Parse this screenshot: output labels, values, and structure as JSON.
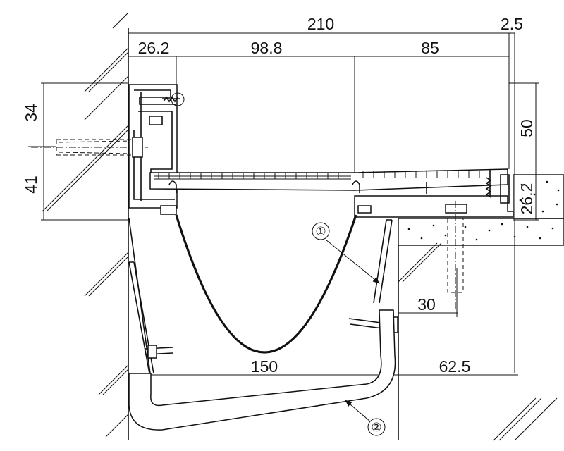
{
  "dimensions": {
    "overall_width": "210",
    "gap": "2.5",
    "left_frame": "26.2",
    "middle_span": "98.8",
    "right_span": "85",
    "upper_height": "34",
    "lower_height": "41",
    "right_height": "50",
    "right_step": "26.2",
    "anchor_offset": "30",
    "bottom_width": "150",
    "bottom_right": "62.5"
  },
  "callouts": {
    "part_1": "①",
    "part_2": "②"
  }
}
